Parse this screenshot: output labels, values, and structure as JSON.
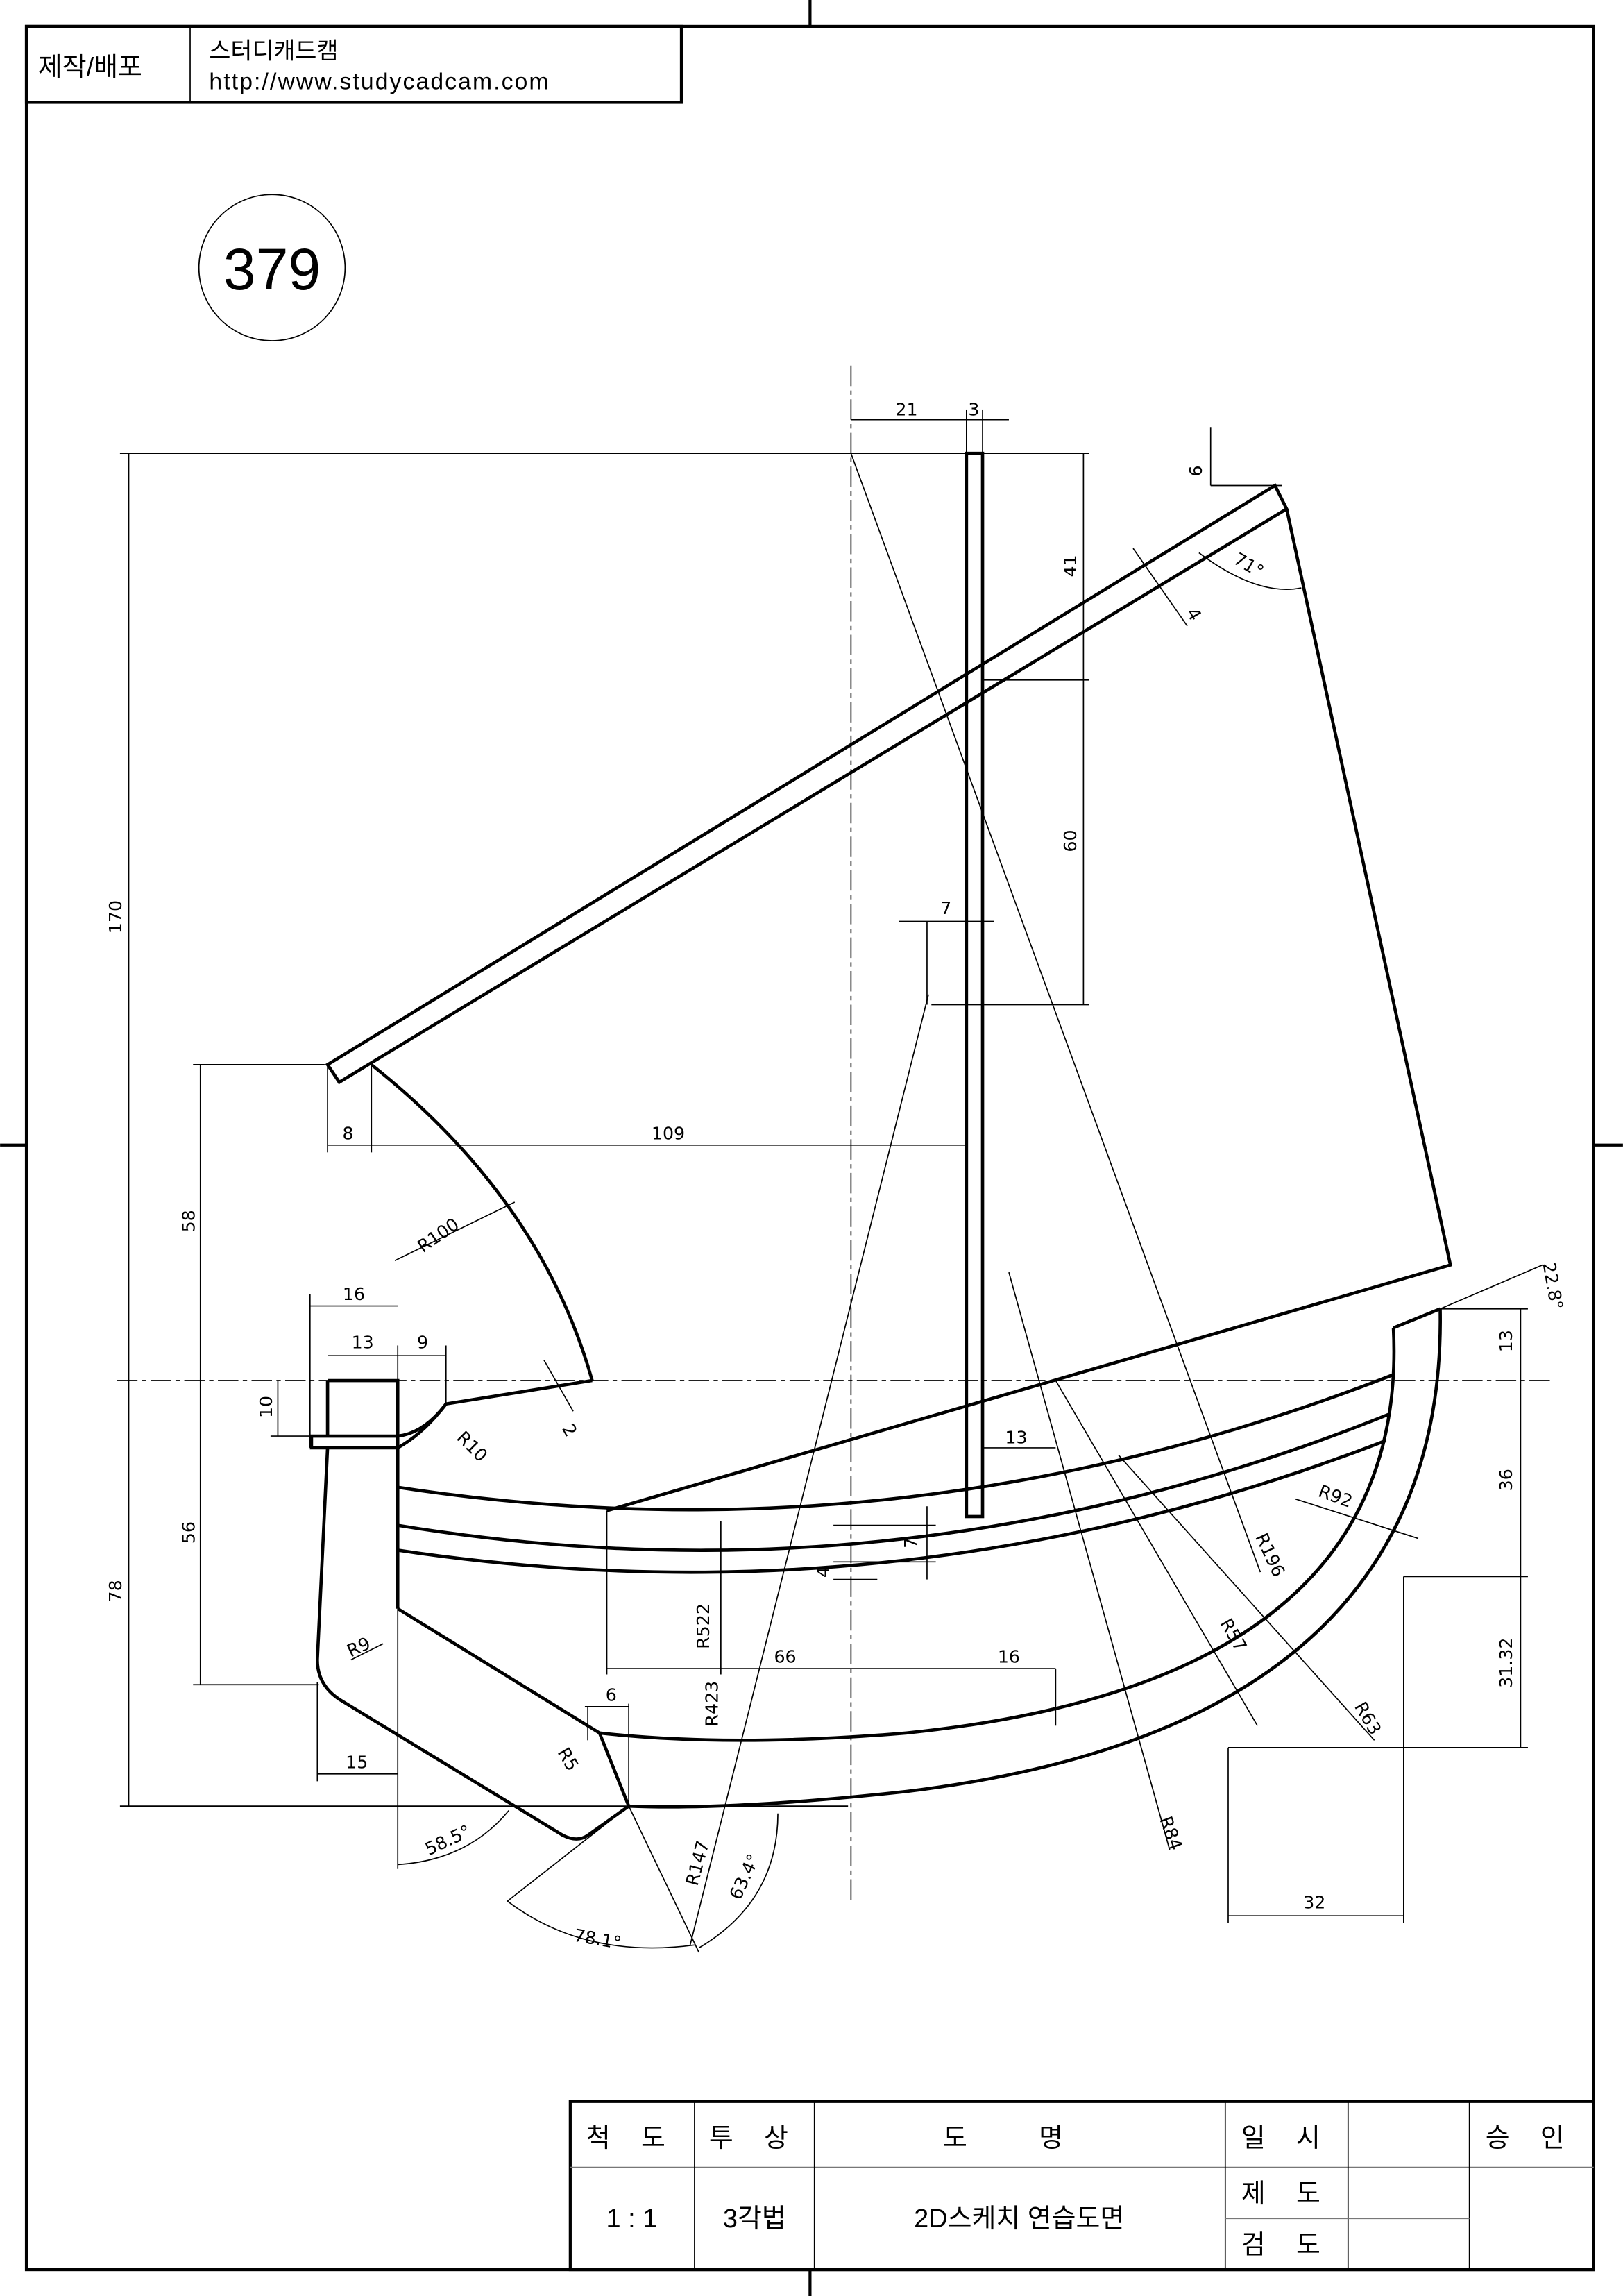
{
  "title_block_top": {
    "label": "제작/배포",
    "company": "스터디캐드캠",
    "url": "http://www.studycadcam.com"
  },
  "drawing_number": "379",
  "title_block_bottom": {
    "scale_label": "척 도",
    "projection_label": "투 상",
    "name_label": "도 명",
    "date_label": "일 시",
    "approval_label": "승 인",
    "scale_value": "1 : 1",
    "projection_value": "3각법",
    "name_value": "2D스케치 연습도면",
    "drafted_label": "제 도",
    "checked_label": "검 도"
  },
  "dims": [
    "21",
    "3",
    "6",
    "41",
    "71°",
    "4",
    "60",
    "7",
    "170",
    "58",
    "8",
    "109",
    "R100",
    "16",
    "13",
    "9",
    "10",
    "2",
    "R10",
    "22.8°",
    "13",
    "36",
    "13",
    "R92",
    "56",
    "7",
    "4",
    "R196",
    "78",
    "R522",
    "R9",
    "66",
    "16",
    "R57",
    "31.32",
    "R423",
    "6",
    "R63",
    "R5",
    "15",
    "58.5°",
    "R84",
    "R147",
    "63.4°",
    "32",
    "78.1°"
  ]
}
